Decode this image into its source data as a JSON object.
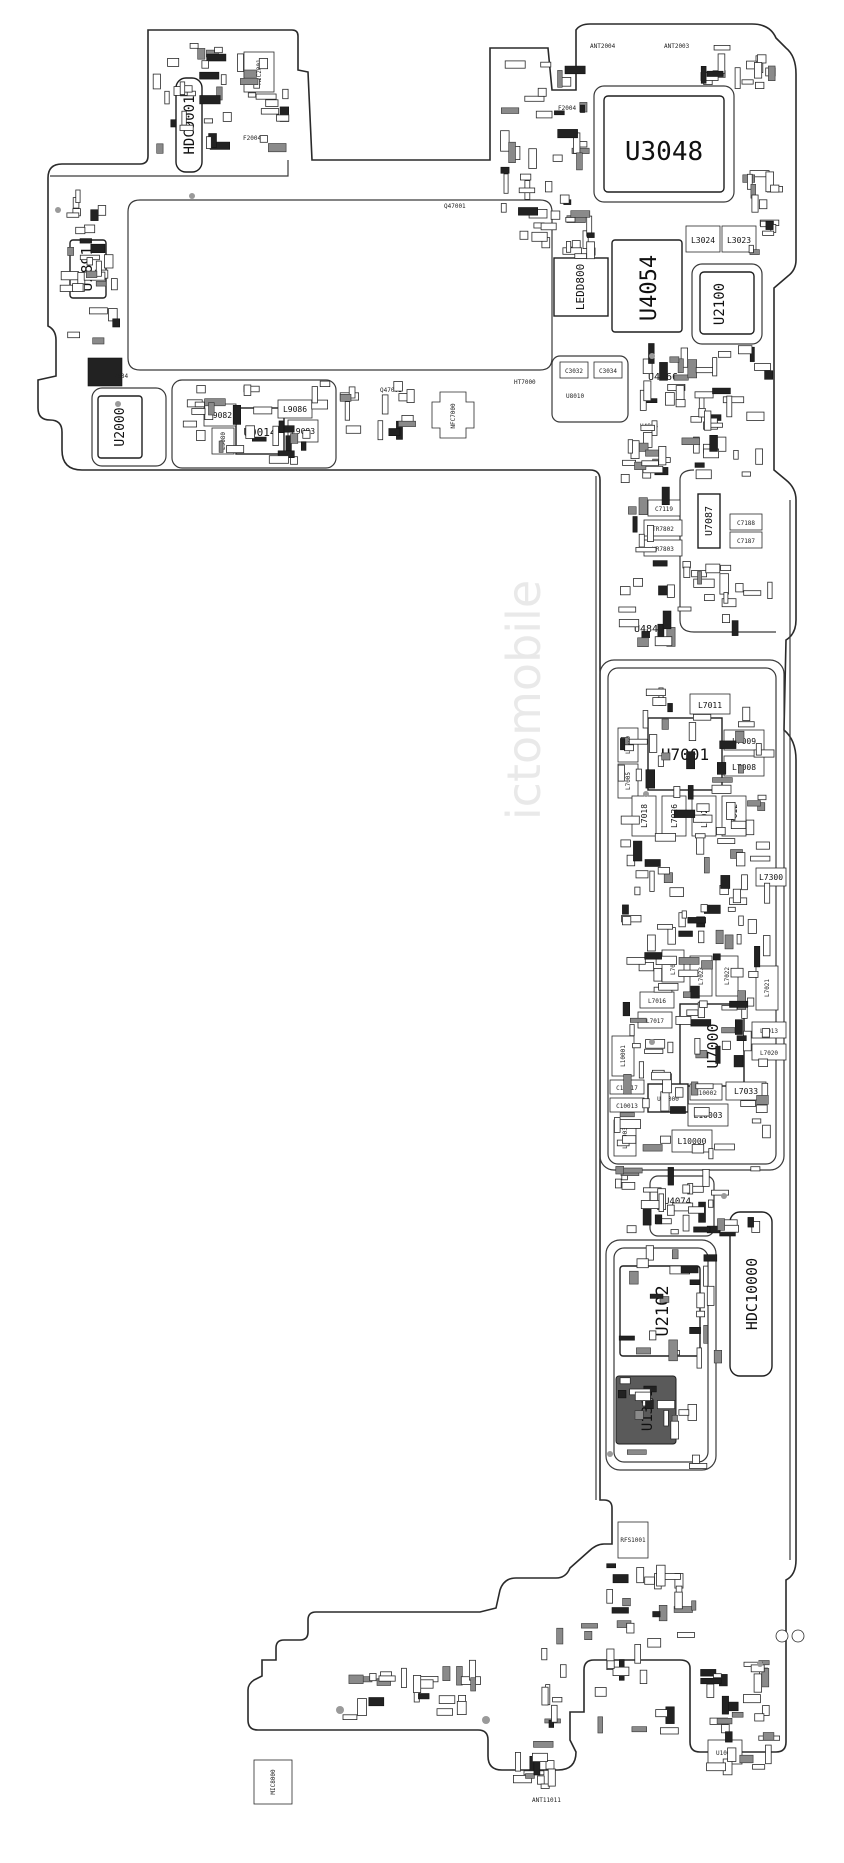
{
  "labels": {
    "U3048": "U3048",
    "U4054": "U4054",
    "U2100": "U2100",
    "U2891": "U2891",
    "U2000": "U2000",
    "U9014": "U9014",
    "HDC9001": "HDC9001",
    "LEDD800": "LEDD800",
    "U7001": "U7001",
    "U7000": "U7000",
    "U2102": "U2102",
    "HDC10000": "HDC10000",
    "U1301": "U1301",
    "U4666": "U4666",
    "U4843": "U4843",
    "U4074": "U4074",
    "U7087": "U7087",
    "U1000": "U1000",
    "ANT2004": "ANT2004",
    "ANT2003": "ANT2003",
    "MIC2001": "MIC2001",
    "MIC8000": "MIC8000",
    "ANT11011": "ANT11011",
    "HT7000": "HT7000",
    "NFC7000": "NFC7000",
    "RFS1001": "RFS1001",
    "L3024": "L3024",
    "L3023": "L3023",
    "L9082": "L9082",
    "L9083": "L9083",
    "L9080": "L9080",
    "L9086": "L9086",
    "F2034": "F2034",
    "F2004": "F2004",
    "C7119": "C7119",
    "TR7802": "TR7802",
    "KR7803": "KR7803",
    "C7188": "C7188",
    "C7187": "C7187",
    "L7011": "L7011",
    "L7009": "L7009",
    "L7008": "L7008",
    "L7010": "L7010",
    "L7005": "L7005",
    "L7018": "L7018",
    "L7026": "L7026",
    "L7027": "L7027",
    "L7012": "L7012",
    "L7300": "L7300",
    "L7015": "L7015",
    "L7023": "L7023",
    "L7022": "L7022",
    "L7021": "L7021",
    "L7016": "L7016",
    "L7017": "L7017",
    "L7013": "L7013",
    "L7020": "L7020",
    "L7033": "L7033",
    "L10001": "L10001",
    "U10000": "U10000",
    "L10002": "L10002",
    "L10003": "L10003",
    "L10000": "L10000",
    "C10017": "C10017",
    "C10013": "C10013",
    "L10003b": "L10003",
    "C3032": "C3032",
    "C3034": "C3034",
    "U8010": "U8010",
    "U4864": "U4864",
    "Q47001": "Q47001",
    "Q47002": "Q47001"
  },
  "watermark": "ictomobile",
  "colors": {
    "stroke": "#2a2a2a",
    "board": "#ffffff",
    "dark_part": "#222222",
    "mid_part": "#8a8a8a"
  }
}
